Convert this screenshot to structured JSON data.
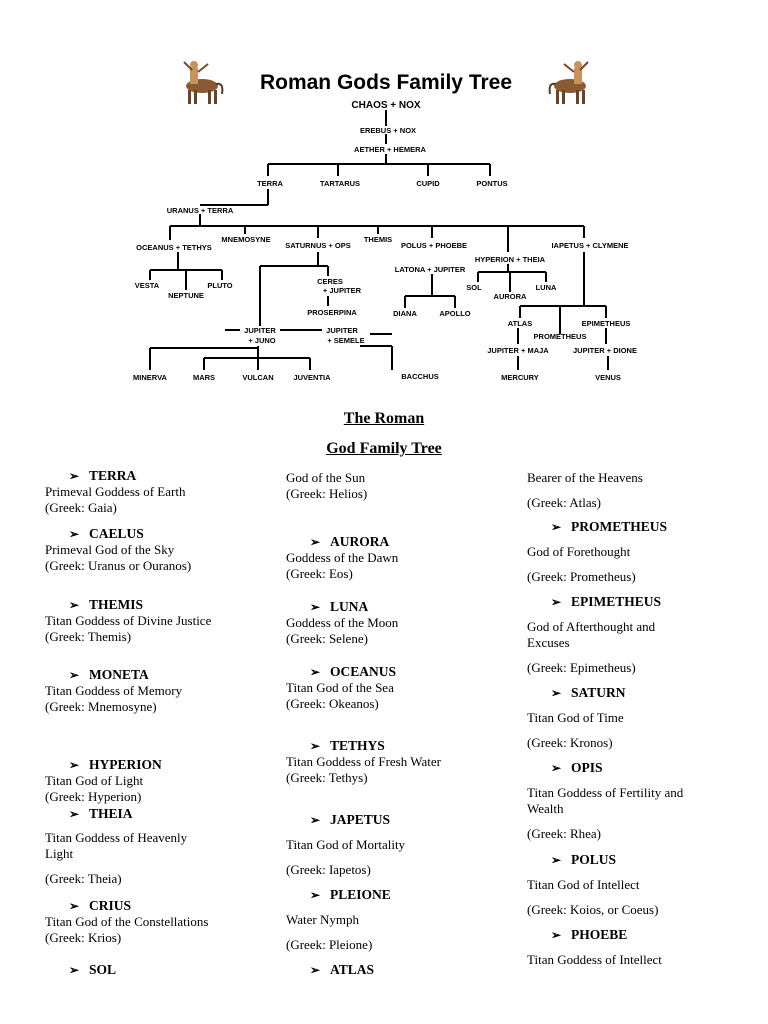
{
  "tree": {
    "title": "Roman Gods Family Tree",
    "nodes": {
      "chaos_nox": "CHAOS + NOX",
      "erebus_nox": "EREBUS + NOX",
      "aether_hemera": "AETHER + HEMERA",
      "terra": "TERRA",
      "tartarus": "TARTARUS",
      "cupid": "CUPID",
      "pontus": "PONTUS",
      "uranus_terra": "URANUS + TERRA",
      "oceanus_tethys": "OCEANUS + TETHYS",
      "mnemosyne": "MNEMOSYNE",
      "saturnus_ops": "SATURNUS + OPS",
      "themis": "THEMIS",
      "polus_phoebe": "POLUS + PHOEBE",
      "iapetus_clymene": "IAPETUS + CLYMENE",
      "hyperion_theia": "HYPERION + THEIA",
      "latona_jupiter": "LATONA + JUPITER",
      "vesta": "VESTA",
      "pluto": "PLUTO",
      "neptune": "NEPTUNE",
      "ceres_1": "CERES",
      "ceres_2": "+ JUPITER",
      "proserpina": "PROSERPINA",
      "sol": "SOL",
      "luna": "LUNA",
      "aurora": "AURORA",
      "diana": "DIANA",
      "apollo": "APOLLO",
      "atlas": "ATLAS",
      "prometheus": "PROMETHEUS",
      "epimetheus": "EPIMETHEUS",
      "jupiter_maja": "JUPITER + MAJA",
      "jupiter_dione": "JUPITER + DIONE",
      "mercury": "MERCURY",
      "venus": "VENUS",
      "jupiter_juno_1": "JUPITER",
      "jupiter_juno_2": "+ JUNO",
      "jupiter_semele_1": "JUPITER",
      "jupiter_semele_2": "+ SEMELE",
      "minerva": "MINERVA",
      "mars": "MARS",
      "vulcan": "VULCAN",
      "juventia": "JUVENTIA",
      "bacchus": "BACCHUS"
    }
  },
  "heading": {
    "line1": "The Roman",
    "line2": "God Family Tree"
  },
  "bullet": "➢",
  "columns": {
    "left": [
      {
        "name": "TERRA",
        "lines": [
          "Primeval Goddess of Earth",
          "(Greek: Gaia)"
        ]
      },
      {
        "name": "CAELUS",
        "lines": [
          "Primeval God of the Sky",
          "(Greek: Uranus or Ouranos)"
        ]
      },
      {
        "name": "THEMIS",
        "lines": [
          "Titan Goddess of Divine Justice",
          "(Greek: Themis)"
        ]
      },
      {
        "name": "MONETA",
        "lines": [
          "Titan Goddess of Memory",
          "(Greek: Mnemosyne)"
        ]
      },
      {
        "name": "HYPERION",
        "lines": [
          "Titan God of Light",
          "(Greek: Hyperion)"
        ]
      },
      {
        "name": "THEIA",
        "lines": [
          "Titan Goddess of Heavenly",
          "Light",
          "(Greek: Theia)"
        ]
      },
      {
        "name": "CRIUS",
        "lines": [
          "Titan God of the Constellations",
          "(Greek: Krios)"
        ]
      },
      {
        "name": "SOL",
        "lines": []
      }
    ],
    "middle_top": [
      "God of the Sun",
      "(Greek: Helios)"
    ],
    "middle": [
      {
        "name": "AURORA",
        "lines": [
          "Goddess of the Dawn",
          "(Greek: Eos)"
        ]
      },
      {
        "name": "LUNA",
        "lines": [
          "Goddess of the Moon",
          "(Greek: Selene)"
        ]
      },
      {
        "name": "OCEANUS",
        "lines": [
          "Titan God of the Sea",
          "(Greek: Okeanos)"
        ]
      },
      {
        "name": "TETHYS",
        "lines": [
          "Titan Goddess of Fresh Water",
          "(Greek: Tethys)"
        ]
      },
      {
        "name": "JAPETUS",
        "lines": [
          "Titan God of Mortality",
          "(Greek: Iapetos)"
        ]
      },
      {
        "name": "PLEIONE",
        "lines": [
          "Water Nymph",
          "(Greek: Pleione)"
        ]
      },
      {
        "name": "ATLAS",
        "lines": []
      }
    ],
    "right_top": [
      "Bearer of the Heavens",
      "(Greek: Atlas)"
    ],
    "right": [
      {
        "name": "PROMETHEUS",
        "lines": [
          "God of Forethought",
          "(Greek: Prometheus)"
        ]
      },
      {
        "name": "EPIMETHEUS",
        "lines": [
          "God of Afterthought and",
          "Excuses",
          "(Greek: Epimetheus)"
        ]
      },
      {
        "name": "SATURN",
        "lines": [
          "Titan God of Time",
          "(Greek: Kronos)"
        ]
      },
      {
        "name": "OPIS",
        "lines": [
          "Titan Goddess of Fertility and",
          "Wealth",
          "(Greek: Rhea)"
        ]
      },
      {
        "name": "POLUS",
        "lines": [
          "Titan God of Intellect",
          "(Greek: Koios, or Coeus)"
        ]
      },
      {
        "name": "PHOEBE",
        "lines": [
          "Titan Goddess of Intellect"
        ]
      }
    ]
  }
}
